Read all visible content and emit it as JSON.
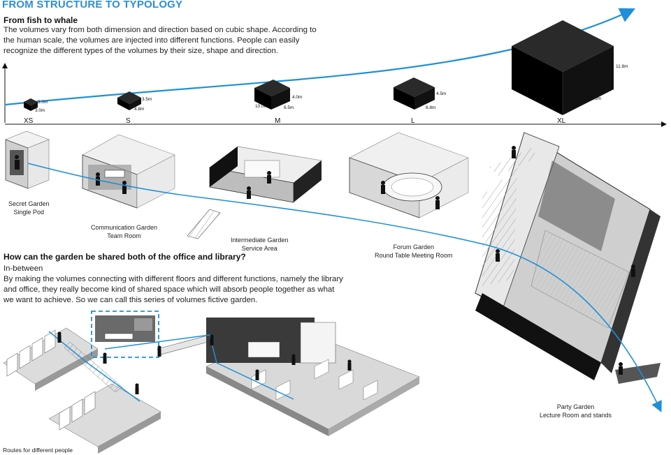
{
  "title": "FROM STRUCTURE TO TYPOLOGY",
  "section1": {
    "heading": "From fish to whale",
    "text": "The volumes vary from both dimension and direction based on cubic shape. According to the human scale, the volumes are injected into different functions. People can easily recognize the different types of the volumes by their size, shape and direction."
  },
  "sizes": [
    {
      "label": "XS",
      "dims": [
        "3.0m",
        "3.0m"
      ]
    },
    {
      "label": "S",
      "dims": [
        "3.5m",
        "4.8m"
      ]
    },
    {
      "label": "M",
      "dims": [
        "4.0m",
        "10.0m",
        "6.5m"
      ]
    },
    {
      "label": "L",
      "dims": [
        "4.5m",
        "8.8m"
      ]
    },
    {
      "label": "XL",
      "dims": [
        "11.8m",
        "22.5m"
      ]
    }
  ],
  "gardens": [
    {
      "name": "Secret Garden",
      "type": "Single Pod"
    },
    {
      "name": "Communication Garden",
      "type": "Team Room"
    },
    {
      "name": "Intermediate Garden",
      "type": "Service Area"
    },
    {
      "name": "Forum Garden",
      "type": "Round Table Meeting Room"
    },
    {
      "name": "Party Garden",
      "type": "Lecture Room and stands"
    }
  ],
  "section2": {
    "heading": "How can the garden be shared both of the office and library?",
    "subheading": "In-between",
    "text": "By making the volumes connecting with different floors and different functions, namely the library and office, they really become kind of shared space which will absorb people together as what we want to achieve. So we can call this series of volumes fictive garden."
  },
  "routes_caption": "Routes for different people",
  "colors": {
    "accent": "#2b8fd6",
    "route": "#1e90d8",
    "ink": "#111111"
  }
}
